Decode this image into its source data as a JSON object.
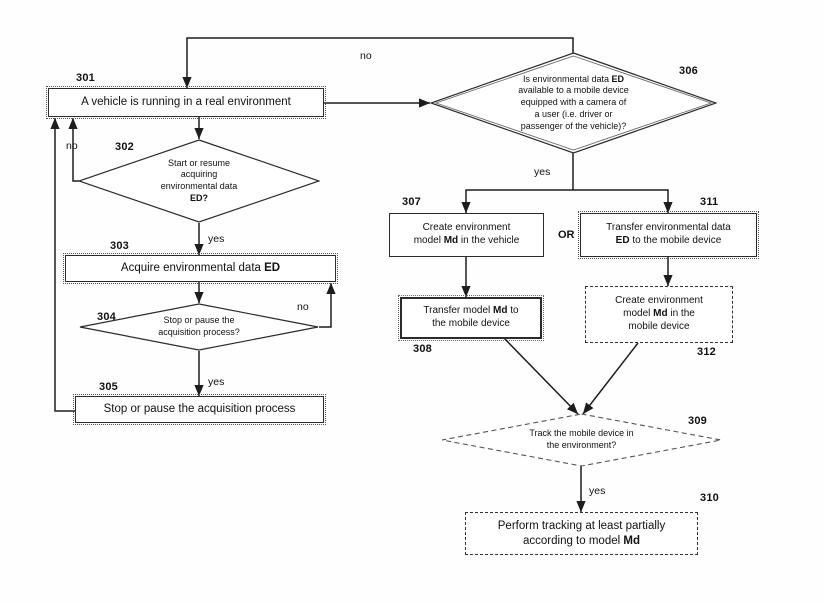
{
  "figure": {
    "type": "flowchart",
    "title": "",
    "background": "#fefefe",
    "stroke_color": "#2b2b2b",
    "text_color": "#111111"
  },
  "nodes": {
    "n301": {
      "ref": "301",
      "shape": "process",
      "text": "A vehicle is running in a real environment"
    },
    "n302": {
      "ref": "302",
      "shape": "decision",
      "line1": "Start or resume",
      "line2": "acquiring",
      "line3": "environmental data",
      "line4": "ED?"
    },
    "n303": {
      "ref": "303",
      "shape": "process",
      "text": "Acquire environmental data ED"
    },
    "n304": {
      "ref": "304",
      "shape": "decision",
      "line1": "Stop or pause  the",
      "line2": "acquisition process?"
    },
    "n305": {
      "ref": "305",
      "shape": "process",
      "text": "Stop or pause the acquisition process"
    },
    "n306": {
      "ref": "306",
      "shape": "decision",
      "line1": "Is environmental data ED",
      "line2": "available to a mobile device",
      "line3": "equipped with a camera of",
      "line4": "a user (i.e. driver or",
      "line5": "passenger of the vehicle)?"
    },
    "n307": {
      "ref": "307",
      "shape": "process",
      "line1": "Create environment",
      "line2": "model Md in the vehicle"
    },
    "n308": {
      "ref": "308",
      "shape": "process",
      "line1": "Transfer model Md to",
      "line2": "the mobile device"
    },
    "n309": {
      "ref": "309",
      "shape": "decision",
      "line1": "Track the mobile device in",
      "line2": "the environment?"
    },
    "n310": {
      "ref": "310",
      "shape": "process",
      "line1": "Perform tracking at least partially",
      "line2": "according to model Md"
    },
    "n311": {
      "ref": "311",
      "shape": "process",
      "line1": "Transfer environmental data",
      "line2": "ED to the mobile device"
    },
    "n312": {
      "ref": "312",
      "shape": "process",
      "line1": "Create environment",
      "line2": "model Md in the",
      "line3": "mobile device"
    }
  },
  "edge_labels": {
    "loop_306_to_301": "no",
    "no_302": "no",
    "yes_302": "yes",
    "no_304": "no",
    "yes_304": "yes",
    "yes_306": "yes",
    "yes_309": "yes",
    "or_between_307_311": "OR"
  }
}
